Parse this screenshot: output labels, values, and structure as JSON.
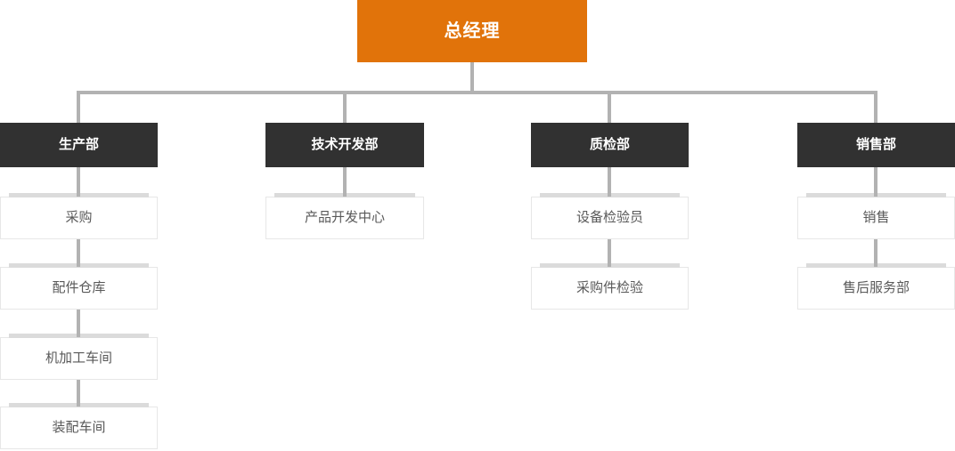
{
  "org_chart": {
    "root": {
      "label": "总经理"
    },
    "departments": [
      {
        "label": "生产部",
        "children": [
          "采购",
          "配件仓库",
          "机加工车间",
          "装配车间"
        ]
      },
      {
        "label": "技术开发部",
        "children": [
          "产品开发中心"
        ]
      },
      {
        "label": "质检部",
        "children": [
          "设备检验员",
          "采购件检验"
        ]
      },
      {
        "label": "销售部",
        "children": [
          "销售",
          "售后服务部"
        ]
      }
    ],
    "colors": {
      "root_bg": "#e1730a",
      "dept_bg": "#313131",
      "connector": "#b2b2b2",
      "node_border": "#e7e7e7",
      "node_text": "#595959",
      "node_topbar": "#dbdbdb"
    }
  }
}
